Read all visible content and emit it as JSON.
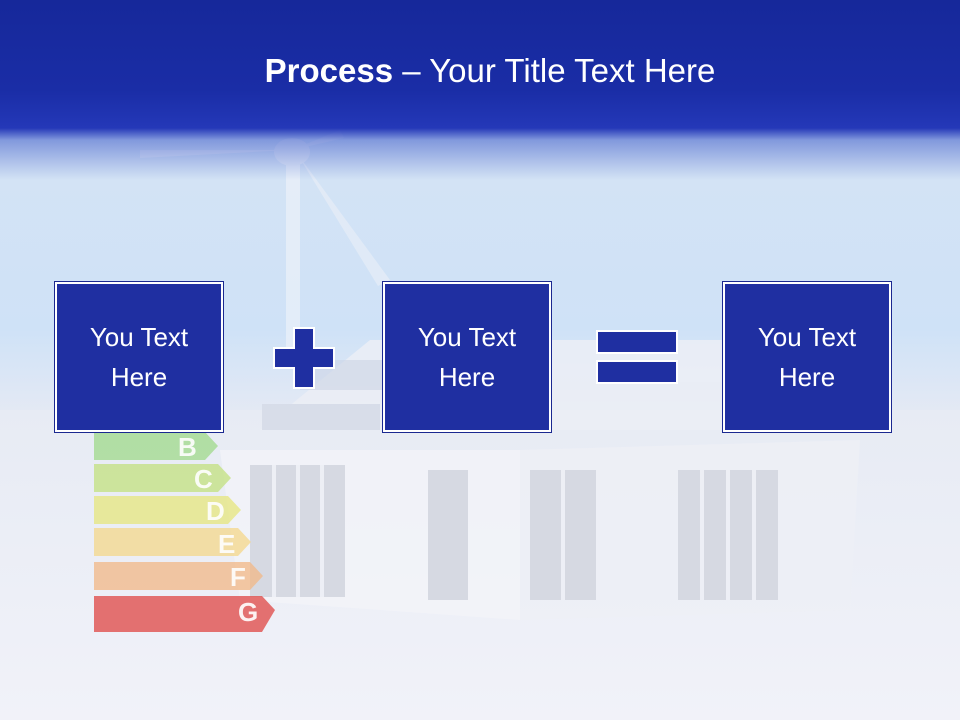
{
  "slide": {
    "title_bold": "Process",
    "title_rest": " – Your Title Text Here",
    "boxes": [
      {
        "text": "You Text Here"
      },
      {
        "text": "You Text Here"
      },
      {
        "text": "You Text Here"
      }
    ],
    "operators": [
      "plus-icon",
      "equals-icon"
    ],
    "energy_labels": [
      "B",
      "C",
      "D",
      "E",
      "F",
      "G"
    ],
    "colors": {
      "header": "#1a2da6",
      "box": "#1f2fa1",
      "text": "#ffffff"
    }
  }
}
